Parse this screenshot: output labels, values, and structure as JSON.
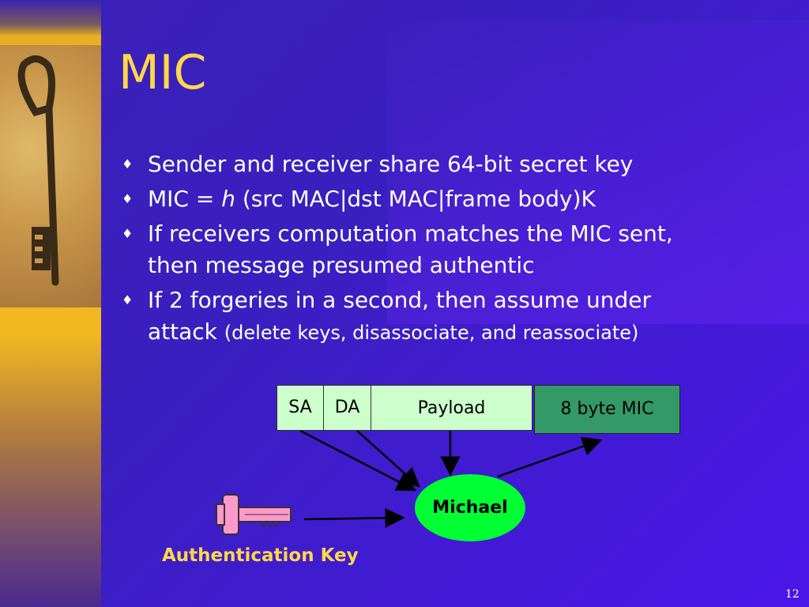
{
  "slide": {
    "title": "MIC",
    "bullets": [
      {
        "text": "Sender and receiver share 64-bit secret key"
      },
      {
        "pre": "MIC = ",
        "italic": "h",
        "post": " (src MAC|dst MAC|frame body)K"
      },
      {
        "line1": "If receivers computation matches the MIC sent,",
        "line2": "then message presumed authentic"
      },
      {
        "line1": "If 2 forgeries in a second, then assume under",
        "line2_main": "attack ",
        "line2_small": "(delete keys, disassociate, and reassociate)"
      }
    ],
    "bullet_symbol": "♦"
  },
  "diagram": {
    "frame_fields": [
      "SA",
      "DA",
      "Payload"
    ],
    "mic_box": "8 byte MIC",
    "michael": "Michael",
    "auth_label": "Authentication Key",
    "key_icon": "key-icon"
  },
  "page_number": "12",
  "colors": {
    "title": "#ffd84a",
    "frame": "#ccffcc",
    "mic": "#339966",
    "michael": "#00ff33",
    "key": "#ff99cc"
  }
}
